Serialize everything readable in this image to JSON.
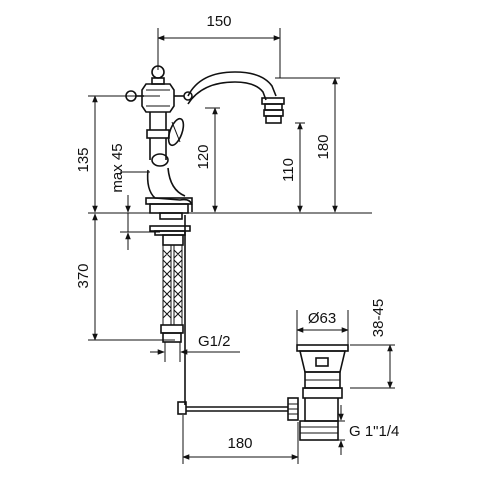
{
  "dimensions": {
    "spout_reach": "150",
    "total_height": "180",
    "height_above_deck": "135",
    "handle_height": "120",
    "spout_outlet_height": "110",
    "max_deck_thickness": "max 45",
    "hose_length": "370",
    "inlet_thread": "G1/2",
    "waste_diameter": "Ø63",
    "waste_height_range": "38-45",
    "waste_rod_reach": "180",
    "waste_thread": "G 1\"1/4"
  }
}
